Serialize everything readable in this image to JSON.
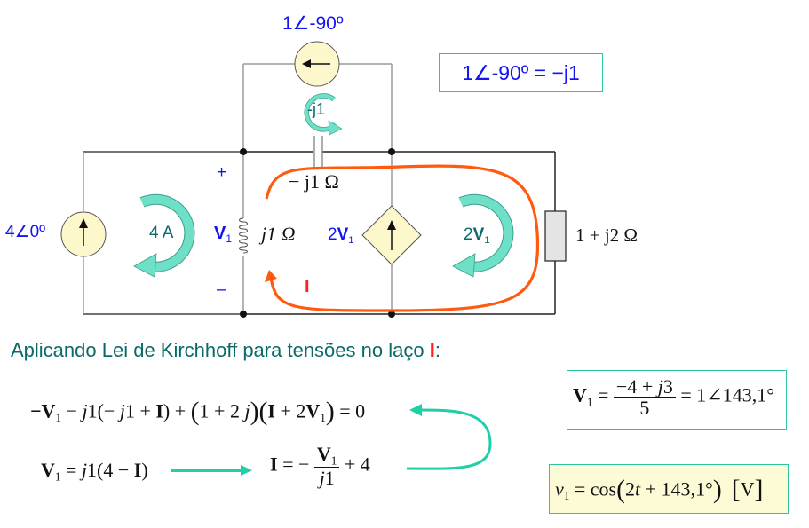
{
  "circuit": {
    "top_source_label": "1∠-90º",
    "identity_box": "1∠-90º = −j1",
    "left_source_label": "4∠0º",
    "mesh1_label": "4 A",
    "capacitor_mesh_label": "-j1",
    "capacitor_impedance": "− j1 Ω",
    "inductor_voltage": {
      "symbol": "V",
      "sub": "1"
    },
    "inductor_impedance": "j1 Ω",
    "plus_sign": "+",
    "minus_sign": "–",
    "dependent_source_label": {
      "coef": "2",
      "symbol": "V",
      "sub": "1"
    },
    "mesh3_label": {
      "coef": "2",
      "symbol": "V",
      "sub": "1"
    },
    "loop_current_label": "I",
    "load_impedance": "1 + j2 Ω"
  },
  "text": {
    "kvl_sentence": "Aplicando Lei de Kirchhoff para tensões no laço ",
    "kvl_loop": "I",
    "kvl_colon": ":"
  },
  "equations": {
    "eq1": "−V1 − j1(−j1 + I) + (1 + 2j)(I + 2V1) = 0",
    "eq2_left": "V1 = j1(4 − I)",
    "eq2_right": "I = −V1/j1 + 4",
    "result_phasor": "V1 = (−4 + j3)/5 = 1∠143,1°",
    "result_time": "v1 = cos(2t + 143,1°) [V]"
  },
  "colors": {
    "wire": "#9a9a9a",
    "source_fill": "#fdf8cc",
    "mesh_arrow": "#6ee0c8",
    "loop_arrow": "#ff5a0f",
    "box_border": "#2ec4a0",
    "label_blue": "#1414f0",
    "label_teal": "#0a6a6a"
  }
}
